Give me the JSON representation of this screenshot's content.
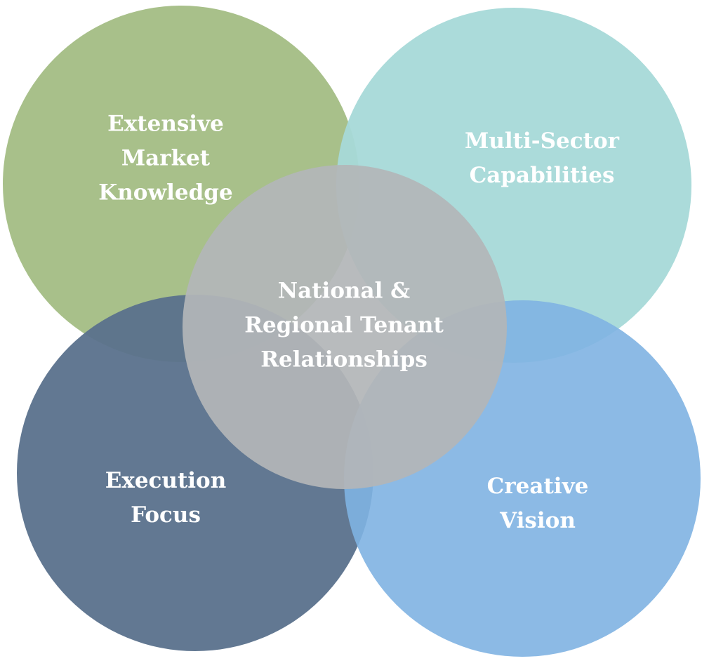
{
  "circles": [
    {
      "id": "extensive-market-knowledge",
      "lines": [
        "Extensive",
        "Market",
        "Knowledge"
      ],
      "color": "#a3bd84"
    },
    {
      "id": "multi-sector-capabilities",
      "lines": [
        "Multi-Sector",
        "Capabilities"
      ],
      "color": "#a7d9d8"
    },
    {
      "id": "execution-focus",
      "lines": [
        "Execution",
        "Focus"
      ],
      "color": "#5a718c"
    },
    {
      "id": "creative-vision",
      "lines": [
        "Creative",
        "Vision"
      ],
      "color": "#7fb3e2"
    },
    {
      "id": "national-regional-tenant-relationships",
      "lines": [
        "National &",
        "Regional Tenant",
        "Relationships"
      ],
      "color": "#b3b6b8"
    }
  ]
}
